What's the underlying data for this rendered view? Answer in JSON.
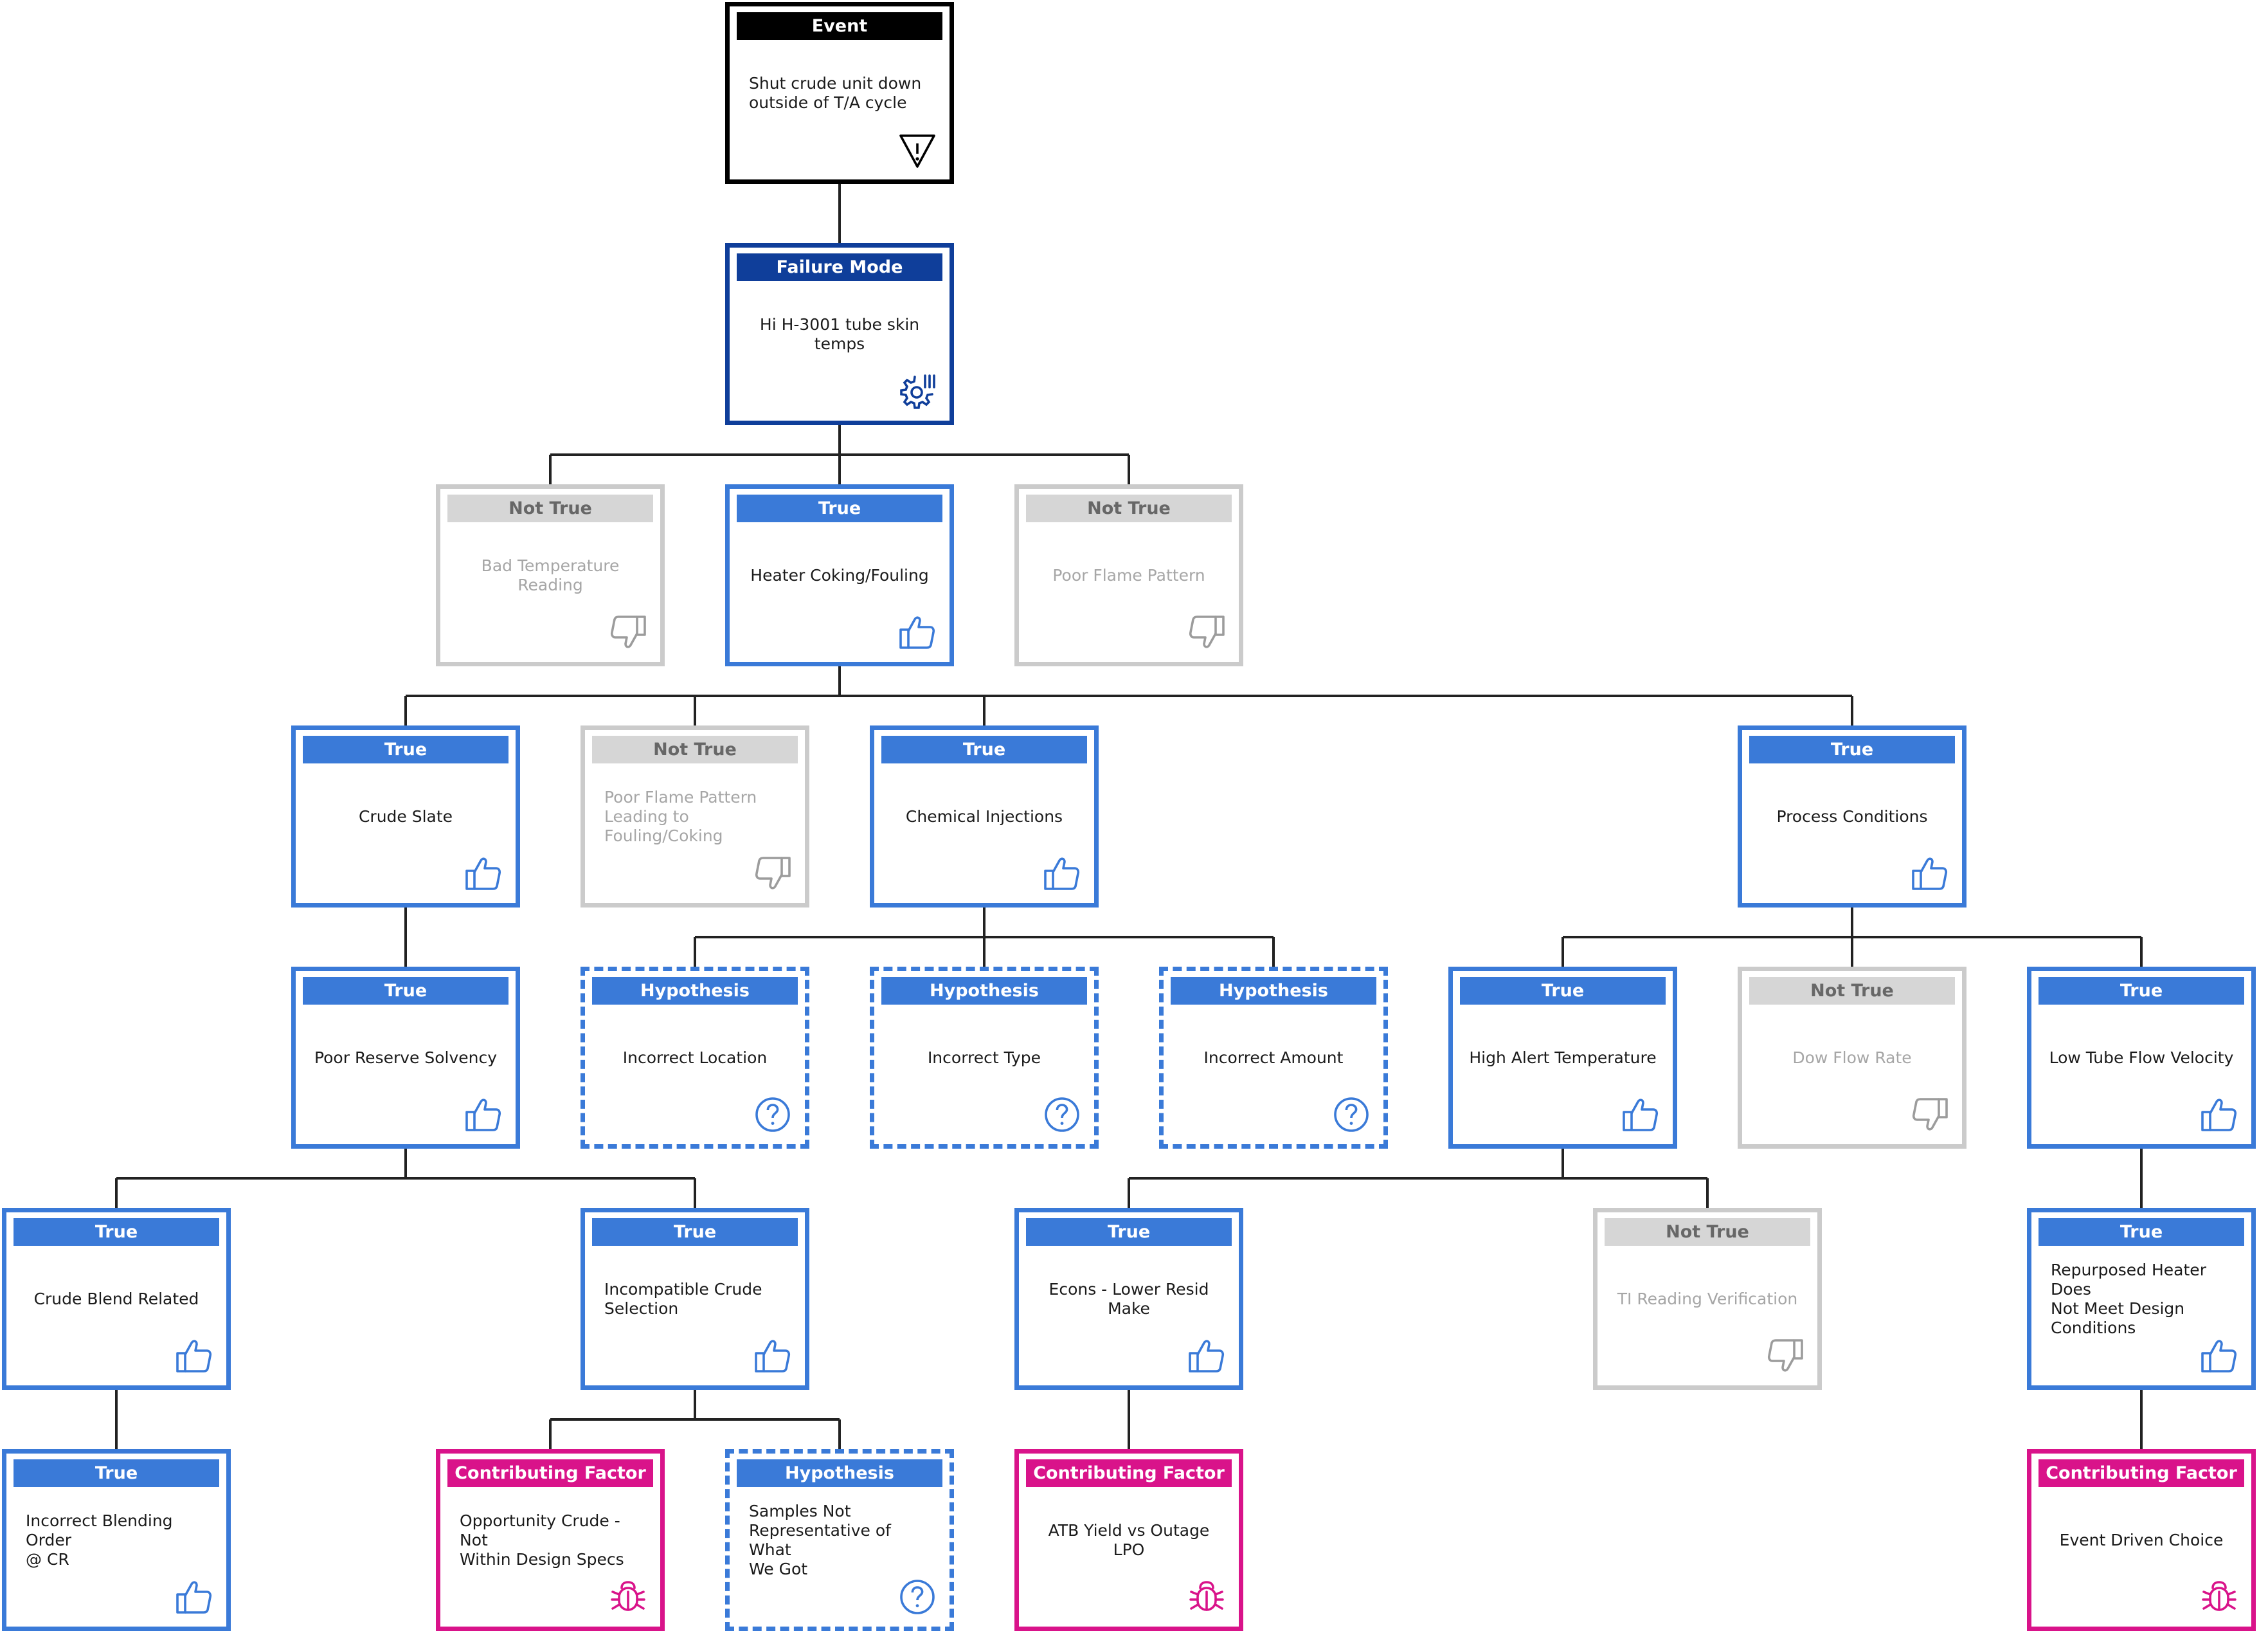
{
  "colors": {
    "event": "#000000",
    "failure_mode": "#0f3e9a",
    "true": "#3a7ad8",
    "not_true_border": "#cbcbcb",
    "not_true_header": "#d6d6d6",
    "hypothesis": "#3a7ad8",
    "contributing_factor": "#d9138a",
    "connector": "#222222"
  },
  "nodes": [
    {
      "id": "n1",
      "type": "event",
      "header": "Event",
      "text": "Shut crude unit down\noutside of T/A cycle",
      "align": "left",
      "icon": "warning-icon",
      "parent": null
    },
    {
      "id": "n2",
      "type": "failure",
      "header": "Failure Mode",
      "text": "Hi H-3001 tube skin temps",
      "align": "center",
      "icon": "gear-monitor-icon",
      "parent": "n1"
    },
    {
      "id": "n3",
      "type": "nottrue",
      "header": "Not True",
      "text": "Bad Temperature Reading",
      "align": "center",
      "icon": "thumbs-down-icon",
      "parent": "n2"
    },
    {
      "id": "n4",
      "type": "true",
      "header": "True",
      "text": "Heater Coking/Fouling",
      "align": "center",
      "icon": "thumbs-up-icon",
      "parent": "n2"
    },
    {
      "id": "n5",
      "type": "nottrue",
      "header": "Not True",
      "text": "Poor Flame Pattern",
      "align": "center",
      "icon": "thumbs-down-icon",
      "parent": "n2"
    },
    {
      "id": "n6",
      "type": "true",
      "header": "True",
      "text": "Crude Slate",
      "align": "center",
      "icon": "thumbs-up-icon",
      "parent": "n4"
    },
    {
      "id": "n7",
      "type": "nottrue",
      "header": "Not True",
      "text": "Poor Flame Pattern\nLeading to Fouling/Coking",
      "align": "left",
      "icon": "thumbs-down-icon",
      "parent": "n4"
    },
    {
      "id": "n8",
      "type": "true",
      "header": "True",
      "text": "Chemical Injections",
      "align": "center",
      "icon": "thumbs-up-icon",
      "parent": "n4"
    },
    {
      "id": "n9",
      "type": "true",
      "header": "True",
      "text": "Process Conditions",
      "align": "center",
      "icon": "thumbs-up-icon",
      "parent": "n4"
    },
    {
      "id": "n10",
      "type": "true",
      "header": "True",
      "text": "Poor Reserve Solvency",
      "align": "center",
      "icon": "thumbs-up-icon",
      "parent": "n6"
    },
    {
      "id": "n11",
      "type": "hyp",
      "header": "Hypothesis",
      "text": "Incorrect Location",
      "align": "center",
      "icon": "question-icon",
      "parent": "n8"
    },
    {
      "id": "n12",
      "type": "hyp",
      "header": "Hypothesis",
      "text": "Incorrect Type",
      "align": "center",
      "icon": "question-icon",
      "parent": "n8"
    },
    {
      "id": "n13",
      "type": "hyp",
      "header": "Hypothesis",
      "text": "Incorrect Amount",
      "align": "center",
      "icon": "question-icon",
      "parent": "n8"
    },
    {
      "id": "n14",
      "type": "true",
      "header": "True",
      "text": "High Alert Temperature",
      "align": "center",
      "icon": "thumbs-up-icon",
      "parent": "n9"
    },
    {
      "id": "n15",
      "type": "nottrue",
      "header": "Not True",
      "text": "Dow Flow Rate",
      "align": "center",
      "icon": "thumbs-down-icon",
      "parent": "n9"
    },
    {
      "id": "n16",
      "type": "true",
      "header": "True",
      "text": "Low Tube Flow Velocity",
      "align": "center",
      "icon": "thumbs-up-icon",
      "parent": "n9"
    },
    {
      "id": "n17",
      "type": "true",
      "header": "True",
      "text": "Crude Blend Related",
      "align": "center",
      "icon": "thumbs-up-icon",
      "parent": "n10"
    },
    {
      "id": "n18",
      "type": "true",
      "header": "True",
      "text": "Incompatible Crude\nSelection",
      "align": "left",
      "icon": "thumbs-up-icon",
      "parent": "n10"
    },
    {
      "id": "n19",
      "type": "true",
      "header": "True",
      "text": "Econs - Lower Resid Make",
      "align": "center",
      "icon": "thumbs-up-icon",
      "parent": "n14"
    },
    {
      "id": "n20",
      "type": "nottrue",
      "header": "Not True",
      "text": "TI Reading Verification",
      "align": "center",
      "icon": "thumbs-down-icon",
      "parent": "n14"
    },
    {
      "id": "n21",
      "type": "true",
      "header": "True",
      "text": "Repurposed Heater Does\nNot Meet Design\nConditions",
      "align": "left",
      "icon": "thumbs-up-icon",
      "parent": "n16"
    },
    {
      "id": "n22",
      "type": "true",
      "header": "True",
      "text": "Incorrect Blending Order\n@ CR",
      "align": "left",
      "icon": "thumbs-up-icon",
      "parent": "n17"
    },
    {
      "id": "n23",
      "type": "cf",
      "header": "Contributing Factor",
      "text": "Opportunity Crude - Not\nWithin Design Specs",
      "align": "left",
      "icon": "bug-icon",
      "parent": "n18"
    },
    {
      "id": "n24",
      "type": "hyp",
      "header": "Hypothesis",
      "text": "Samples Not\nRepresentative of What\nWe Got",
      "align": "left",
      "icon": "question-icon",
      "parent": "n18"
    },
    {
      "id": "n25",
      "type": "cf",
      "header": "Contributing Factor",
      "text": "ATB Yield  vs Outage LPO",
      "align": "center",
      "icon": "bug-icon",
      "parent": "n19"
    },
    {
      "id": "n26",
      "type": "cf",
      "header": "Contributing Factor",
      "text": "Event Driven Choice",
      "align": "center",
      "icon": "bug-icon",
      "parent": "n21"
    }
  ]
}
